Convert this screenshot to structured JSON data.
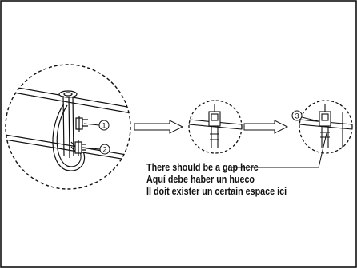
{
  "callouts": {
    "one": "1",
    "two": "2",
    "three": "3"
  },
  "caption": {
    "english": "There should be a gap here",
    "spanish": "Aquí debe haber un hueco",
    "french": "Il doit exister un certain espace ici"
  },
  "colors": {
    "ink": "#111111",
    "background": "#ffffff"
  }
}
